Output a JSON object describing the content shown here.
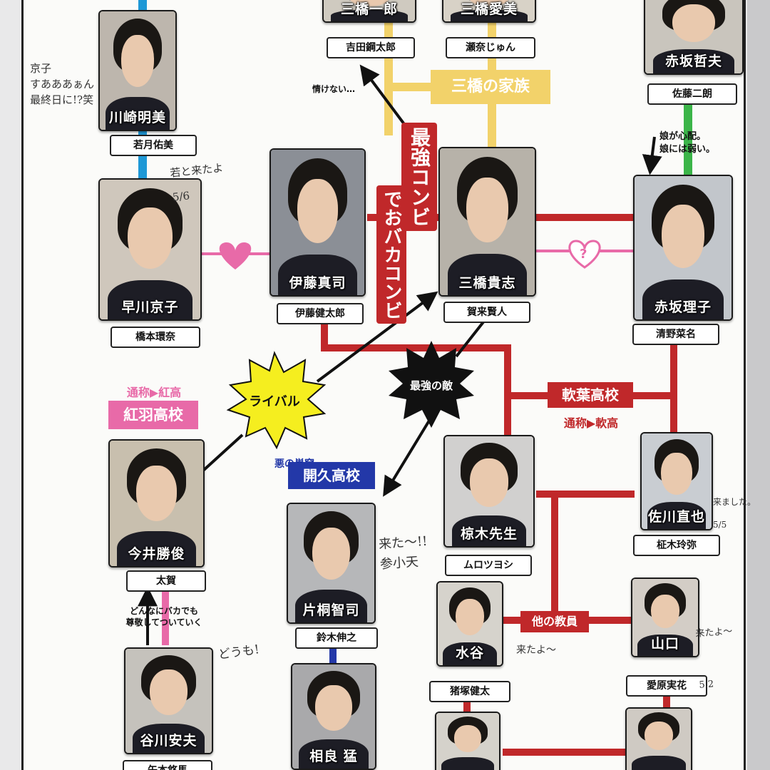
{
  "characters": [
    {
      "id": "mihashi-ichiro",
      "name": "三橋一郎",
      "actor": "吉田鋼太郎",
      "tone": "#cfcac0"
    },
    {
      "id": "mihashi-manami",
      "name": "三橋愛美",
      "actor": "瀬奈じゅん",
      "tone": "#d8d2c7"
    },
    {
      "id": "akasaka-tetsuo",
      "name": "赤坂哲夫",
      "actor": "佐藤二朗",
      "tone": "#c9c5bd"
    },
    {
      "id": "kawasaki-akemi",
      "name": "川崎明美",
      "actor": "若月佑美",
      "tone": "#bdb6ad"
    },
    {
      "id": "hayakawa-kyoko",
      "name": "早川京子",
      "actor": "橋本環奈",
      "tone": "#cfc7bc"
    },
    {
      "id": "ito-shinji",
      "name": "伊藤真司",
      "actor": "伊藤健太郎",
      "tone": "#8b8f96"
    },
    {
      "id": "mihashi-takashi",
      "name": "三橋貴志",
      "actor": "賀来賢人",
      "tone": "#b7b2a9"
    },
    {
      "id": "akasaka-riko",
      "name": "赤坂理子",
      "actor": "清野菜名",
      "tone": "#c2c6cb"
    },
    {
      "id": "imai-katsutoshi",
      "name": "今井勝俊",
      "actor": "太賀",
      "tone": "#c8bfae"
    },
    {
      "id": "katagiri-tomoji",
      "name": "片桐智司",
      "actor": "鈴木伸之",
      "tone": "#b6b7b9"
    },
    {
      "id": "kuraki-sensei",
      "name": "椋木先生",
      "actor": "ムロツヨシ",
      "tone": "#d1d0cf"
    },
    {
      "id": "sagawa-naoya",
      "name": "佐川直也",
      "actor": "柾木玲弥",
      "tone": "#c9cdd2"
    },
    {
      "id": "mizutani",
      "name": "水谷",
      "actor": "猪塚健太",
      "tone": "#d6d3cc"
    },
    {
      "id": "yamaguchi",
      "name": "山口",
      "actor": "愛原実花",
      "tone": "#d3cdc6"
    },
    {
      "id": "tanigawa-yasuo",
      "name": "谷川安夫",
      "actor": "矢本悠馬",
      "tone": "#c5c2bc"
    },
    {
      "id": "sagara-takeshi",
      "name": "相良 猛",
      "actor": "",
      "tone": "#a9a9ab"
    },
    {
      "id": "teacher-a",
      "name": "",
      "actor": "",
      "tone": "#d5d2cb"
    },
    {
      "id": "teacher-b",
      "name": "",
      "actor": "",
      "tone": "#cfcac3"
    }
  ],
  "labels": {
    "family": "三橋の家族",
    "combo_1": "最強コンビ",
    "combo_2": "でおバカコンビ",
    "nasakenai": "情けない…",
    "musume_1": "娘が心配。",
    "musume_2": "娘には弱い。",
    "rival": "ライバル",
    "enemy": "最強の敵",
    "nanyo_school": "軟葉高校",
    "nanyo_alias": "通称▶軟高",
    "beniba_alias": "通称▶紅高",
    "beniba_school": "紅羽高校",
    "kaikyu_lair": "悪の巣窟",
    "kaikyu_school": "開久高校",
    "other_teachers": "他の教員",
    "imai_note_1": "どんなにバカでも",
    "imai_note_2": "尊敬してついていく"
  },
  "signatures": [
    {
      "id": "kyoko-note",
      "lines": [
        "京子",
        "すあああぁん",
        "最終日に!?笑"
      ]
    },
    {
      "id": "wakato",
      "lines": [
        "若と来たよ",
        "5/6"
      ]
    },
    {
      "id": "katagiri-note",
      "lines": [
        "来た〜!!",
        "参小天"
      ]
    },
    {
      "id": "sagawa-note",
      "lines": [
        "来ました。",
        "5/5"
      ]
    },
    {
      "id": "mizutani-note",
      "lines": [
        "来たよ〜"
      ]
    },
    {
      "id": "yamaguchi-note",
      "lines": [
        "来たよ〜",
        "5.2"
      ]
    },
    {
      "id": "doumo",
      "lines": [
        "どうも!"
      ]
    }
  ],
  "colors": {
    "red_line": "#c0282a",
    "pink": "#e86aa8",
    "blue": "#1e98d6",
    "yellow": "#f2d26a",
    "green": "#3bb549",
    "navy": "#2338a8",
    "ink": "#1b1b1b"
  }
}
